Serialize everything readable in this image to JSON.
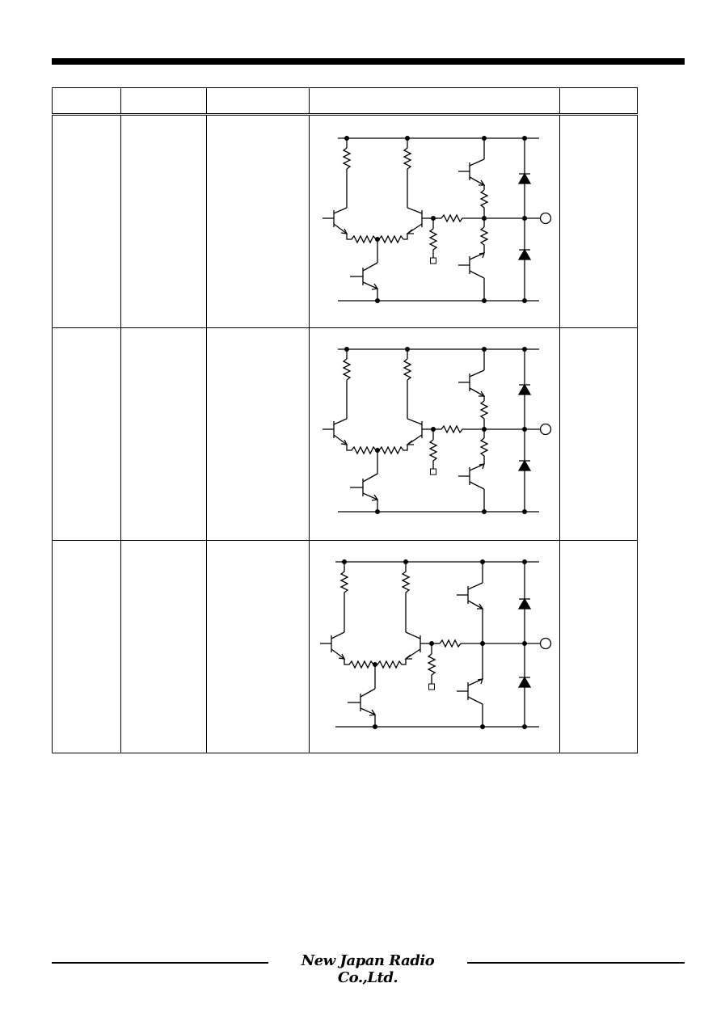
{
  "company_name": "New Japan Radio Co.,Ltd.",
  "table": {
    "headers": [
      "",
      "",
      "",
      "",
      ""
    ],
    "rows": [
      {
        "pin": "",
        "symbol": "",
        "function": "",
        "voltage": ""
      },
      {
        "pin": "",
        "symbol": "",
        "function": "",
        "voltage": ""
      },
      {
        "pin": "",
        "symbol": "",
        "function": "",
        "voltage": ""
      }
    ]
  },
  "icons": {
    "circuit_1": "output-stage-with-emitter-resistors",
    "circuit_2": "output-stage-with-emitter-resistors",
    "circuit_3": "output-stage-without-emitter-resistors"
  }
}
